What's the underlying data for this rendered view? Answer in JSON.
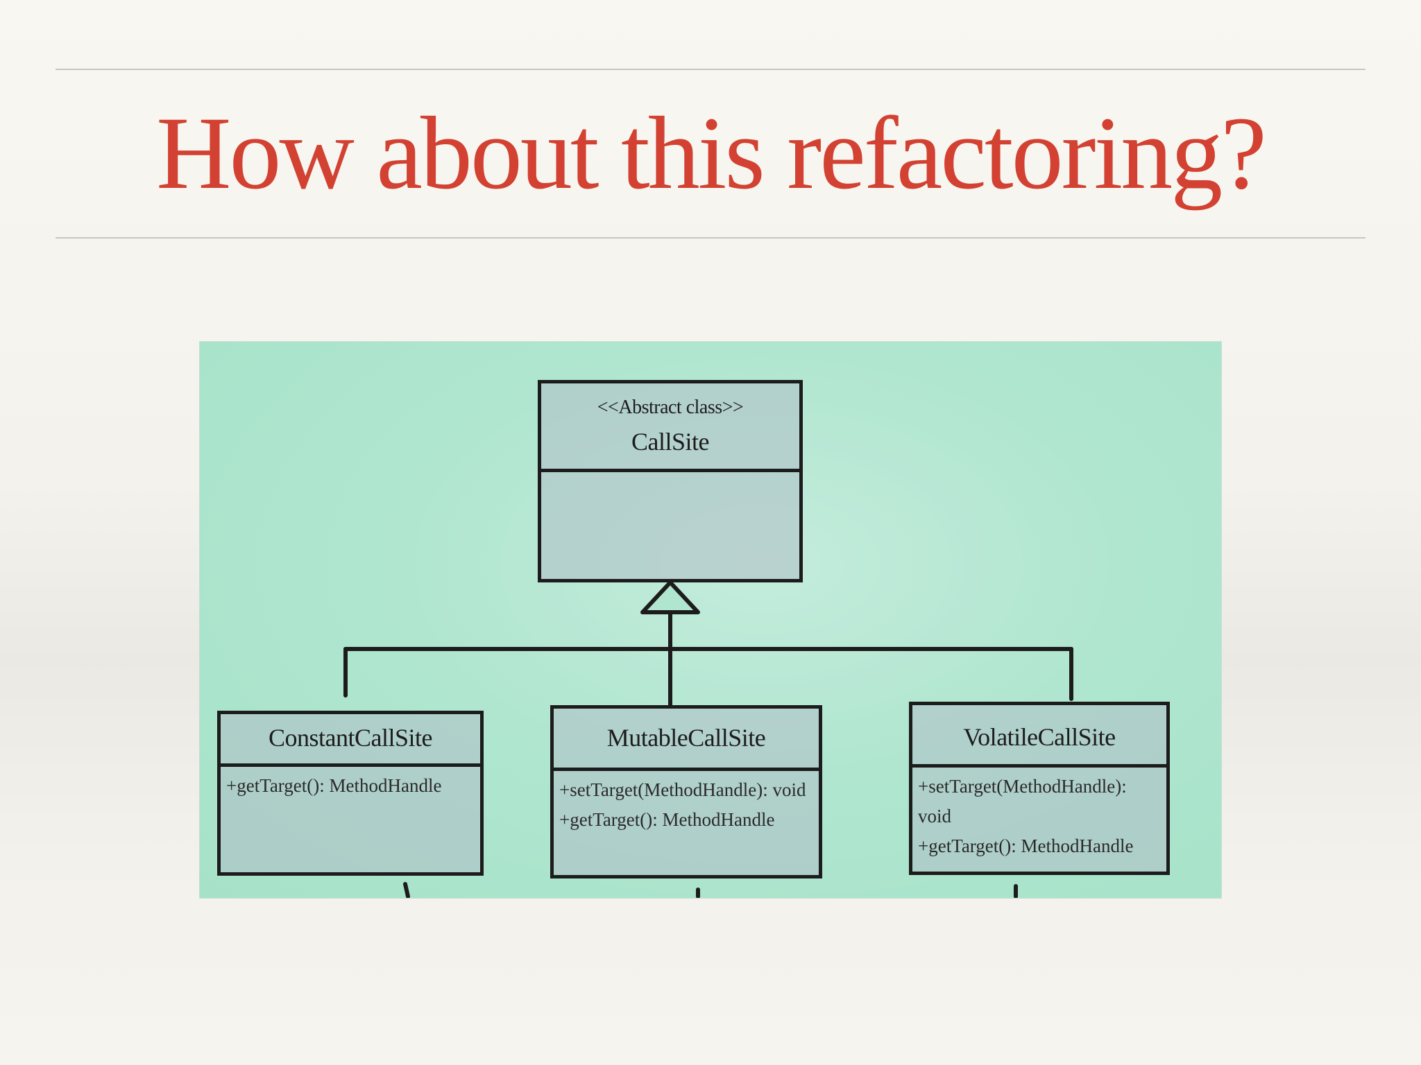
{
  "slide": {
    "title": "How about this refactoring?"
  },
  "diagram": {
    "parent": {
      "stereotype": "<<Abstract class>>",
      "name": "CallSite",
      "methods": []
    },
    "children": [
      {
        "name": "ConstantCallSite",
        "methods": [
          "+getTarget(): MethodHandle"
        ]
      },
      {
        "name": "MutableCallSite",
        "methods": [
          "+setTarget(MethodHandle):  void",
          "+getTarget(): MethodHandle"
        ]
      },
      {
        "name": "VolatileCallSite",
        "methods": [
          "+setTarget(MethodHandle):",
          "void",
          "+getTarget(): MethodHandle"
        ]
      }
    ],
    "relationship": "inheritance",
    "colors": {
      "panel_background": "#b0e6d0",
      "box_fill": "#b0bec6",
      "ink": "#1c1c1c",
      "title": "#d24131"
    }
  }
}
